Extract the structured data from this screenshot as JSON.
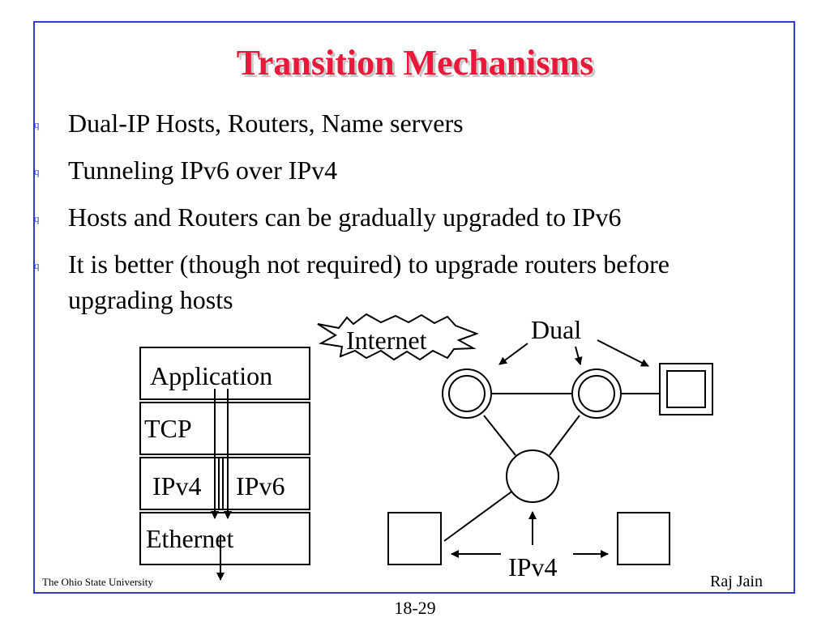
{
  "slide": {
    "title": "Transition Mechanisms",
    "bullet_marker": "q",
    "bullets": [
      "Dual-IP Hosts, Routers, Name servers",
      "Tunneling IPv6 over IPv4",
      "Hosts and Routers can be gradually upgraded to IPv6",
      "It is better (though not required) to upgrade routers before upgrading hosts"
    ]
  },
  "stack": {
    "application": "Application",
    "tcp": "TCP",
    "ipv4": "IPv4",
    "ipv6": "IPv6",
    "ethernet": "Ethernet"
  },
  "network": {
    "internet": "Internet",
    "dual": "Dual",
    "ipv4": "IPv4"
  },
  "footer": {
    "left": "The Ohio State University",
    "right": "Raj Jain",
    "page": "18-29"
  },
  "colors": {
    "title": "#e8193a",
    "border": "#2b3fd0",
    "bullet_marker": "#2b3fd0"
  }
}
